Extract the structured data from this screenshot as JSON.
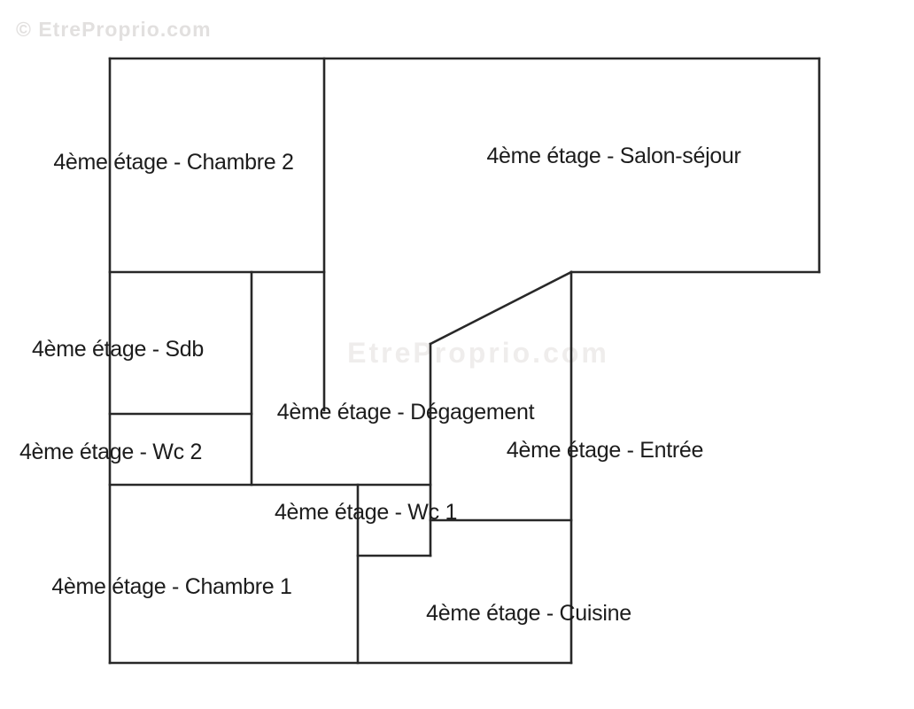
{
  "document": {
    "type": "floor-plan",
    "floor": "4ème étage"
  },
  "watermarks": {
    "top_left": "© EtreProprio.com",
    "center": "EtreProprio.com"
  },
  "rooms": {
    "chambre_2": {
      "label": "4ème étage - Chambre 2"
    },
    "salon_sejour": {
      "label": "4ème étage - Salon-séjour"
    },
    "sdb": {
      "label": "4ème étage - Sdb"
    },
    "degagement": {
      "label": "4ème étage - Dégagement"
    },
    "wc_2": {
      "label": "4ème étage - Wc 2"
    },
    "entree": {
      "label": "4ème étage - Entrée"
    },
    "wc_1": {
      "label": "4ème étage - Wc 1"
    },
    "chambre_1": {
      "label": "4ème étage - Chambre 1"
    },
    "cuisine": {
      "label": "4ème étage - Cuisine"
    }
  },
  "colors": {
    "wall": "#282828",
    "label": "#1c1c1c",
    "watermark_top": "#e2e0df",
    "watermark_center": "#efedec",
    "background": "#ffffff"
  }
}
